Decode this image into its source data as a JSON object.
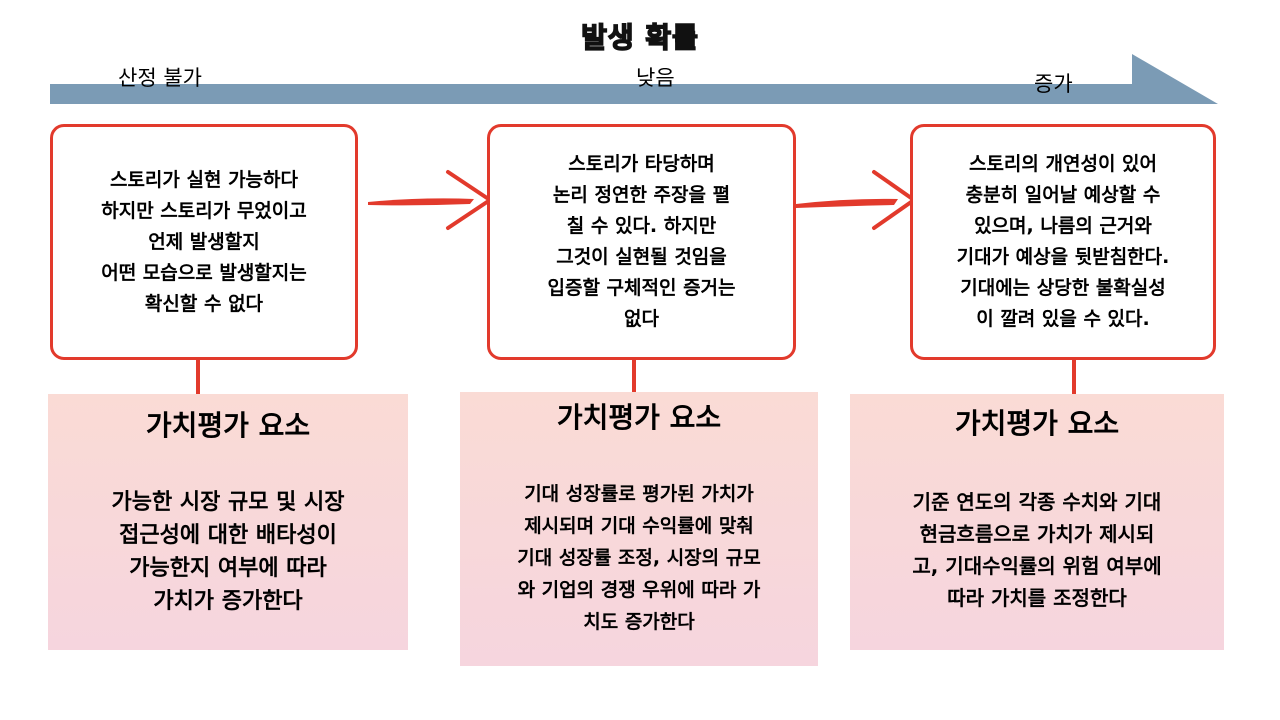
{
  "title": "발생 확률",
  "axis": {
    "labels": [
      "산정 불가",
      "낮음",
      "증가"
    ],
    "colors": {
      "arrow": "#7b9bb5",
      "accent": "#e23a2c",
      "title": "#e21a1a"
    }
  },
  "scenarios": [
    {
      "text": "스토리가  실현 가능하다\n하지만 스토리가 무었이고\n언제 발생할지\n어떤 모습으로 발생할지는\n확신할 수 없다"
    },
    {
      "text": "스토리가 타당하며\n논리 정연한 주장을 펼\n칠 수 있다. 하지만\n그것이 실현될 것임을\n입증할 구체적인 증거는\n없다"
    },
    {
      "text": "스토리의 개연성이 있어\n충분히 일어날 예상할 수\n있으며, 나름의 근거와\n기대가 예상을 뒷받침한다.\n기대에는 상당한 불확실성\n이 깔려 있을 수 있다."
    }
  ],
  "panels": [
    {
      "title": "가치평가 요소",
      "body": "가능한 시장 규모 및 시장\n접근성에 대한 배타성이\n가능한지 여부에 따라\n가치가 증가한다"
    },
    {
      "title": "가치평가 요소",
      "body": "기대 성장률로 평가된 가치가\n제시되며 기대 수익률에 맞춰\n기대 성장률 조정, 시장의 규모\n와 기업의 경쟁 우위에 따라 가\n치도 증가한다"
    },
    {
      "title": "가치평가 요소",
      "body": "기준 연도의 각종 수치와 기대\n현금흐름으로 가치가 제시되\n고, 기대수익률의 위험 여부에\n따라 가치를 조정한다"
    }
  ]
}
